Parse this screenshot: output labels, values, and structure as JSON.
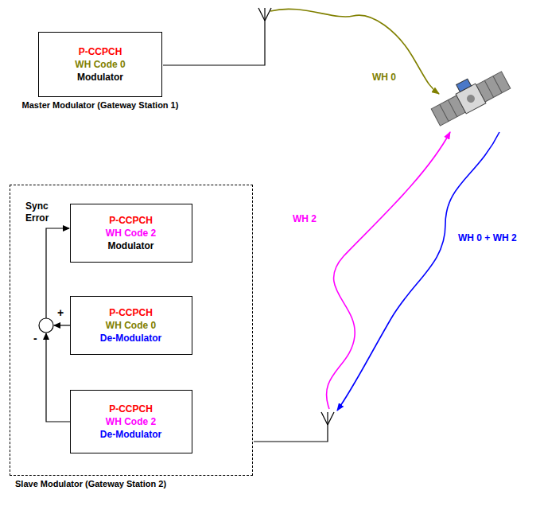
{
  "diagram": {
    "nodes": [
      {
        "text": [
          "P-CCPCH",
          "WH Code 0",
          "Modulator",
          "Master Modulator (Gateway Station 1)"
        ]
      },
      {
        "text": [
          "Slave Modulator (Gateway Station 2)"
        ]
      },
      {
        "text": [
          "P-CCPCH",
          "WH Code 2",
          "Modulator"
        ],
        "in": 1
      },
      {
        "text": [
          "P-CCPCH",
          "WH Code 0",
          "De-Modulator"
        ],
        "in": 1
      },
      {
        "text": [
          "P-CCPCH",
          "WH Code 2",
          "De-Modulator"
        ],
        "in": 1
      }
    ],
    "labels": [
      "WH 0",
      "WH 2",
      "Sync Error",
      "WH 0 + WH 2",
      "+",
      "-"
    ]
  }
}
